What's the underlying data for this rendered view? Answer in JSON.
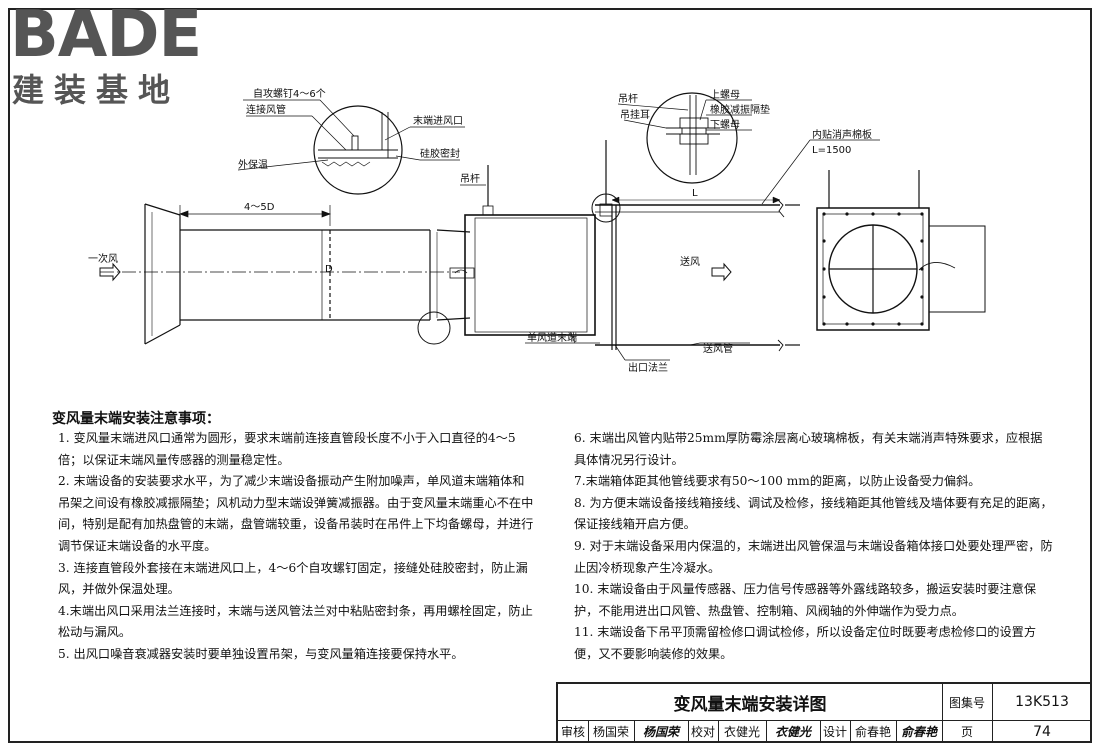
{
  "logo": {
    "brand": "BADE",
    "tagline": "建装基地"
  },
  "drawing": {
    "labels": {
      "self_tapping_screw": "自攻螺钉4～6个",
      "connecting_duct": "连接风管",
      "outer_insulation": "外保温",
      "terminal_inlet": "末端进风口",
      "silicone_seal": "硅胶密封",
      "hanger_rod": "吊杆",
      "hanger_rod_top": "吊杆",
      "hanger_ear": "吊挂耳",
      "upper_nut": "上螺母",
      "rubber_pad": "橡胶减振隔垫",
      "lower_nut": "下螺母",
      "inner_liner": "内贴消声棉板",
      "liner_length": "L=1500",
      "length_l": "L",
      "length_4_5d": "4～5D",
      "diameter_d": "D",
      "primary_air": "一次风",
      "supply_air": "送风",
      "single_duct_terminal": "单风道末端",
      "outlet_flange": "出口法兰",
      "supply_duct": "送风管"
    }
  },
  "notes": {
    "title": "变风量末端安装注意事项：",
    "left": [
      "1. 变风量末端进风口通常为圆形，要求末端前连接直管段长度不小于入口直径的4～5倍；以保证末端风量传感器的测量稳定性。",
      "2. 末端设备的安装要求水平，为了减少末端设备振动产生附加噪声，单风道末端箱体和吊架之间设有橡胶减振隔垫；风机动力型末端设弹簧减振器。由于变风量末端重心不在中间，特别是配有加热盘管的末端，盘管端较重，设备吊装时在吊件上下均备螺母，并进行调节保证末端设备的水平度。",
      "3. 连接直管段外套接在末端进风口上，4～6个自攻螺钉固定，接缝处硅胶密封，防止漏风，并做外保温处理。",
      "4.末端出风口采用法兰连接时，末端与送风管法兰对中粘贴密封条，再用螺栓固定，防止松动与漏风。",
      "5. 出风口噪音衰减器安装时要单独设置吊架，与变风量箱连接要保持水平。"
    ],
    "right": [
      "6. 末端出风管内贴带25mm厚防霉涂层离心玻璃棉板，有关末端消声特殊要求，应根据具体情况另行设计。",
      "7.末端箱体距其他管线要求有50～100 mm的距离，以防止设备受力偏斜。",
      "8. 为方便末端设备接线箱接线、调试及检修，接线箱距其他管线及墙体要有充足的距离，保证接线箱开启方便。",
      "9. 对于末端设备采用内保温的，末端进出风管保温与末端设备箱体接口处要处理严密，防止因冷桥现象产生冷凝水。",
      "10. 末端设备由于风量传感器、压力信号传感器等外露线路较多，搬运安装时要注意保护，不能用进出口风管、热盘管、控制箱、风阀轴的外伸端作为受力点。",
      "11. 末端设备下吊平顶需留检修口调试检修，所以设备定位时既要考虑检修口的设置方便，又不要影响装修的效果。"
    ]
  },
  "title_block": {
    "drawing_title": "变风量末端安装详图",
    "atlas_no_label": "图集号",
    "atlas_no": "13K513",
    "page_label": "页",
    "page_no": "74",
    "review_label": "审核",
    "reviewer": "杨国荣",
    "reviewer_sign": "杨国荣",
    "check_label": "校对",
    "checker": "衣健光",
    "checker_sign": "衣健光",
    "design_label": "设计",
    "designer": "俞春艳",
    "designer_sign": "俞春艳"
  }
}
